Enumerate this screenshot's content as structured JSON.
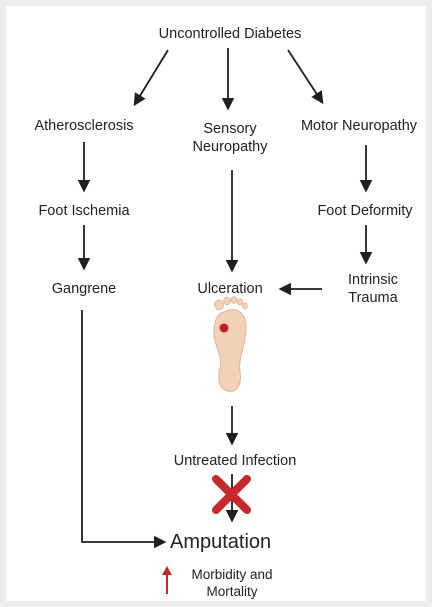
{
  "nodes": {
    "root": "Uncontrolled Diabetes",
    "atherosclerosis": "Atherosclerosis",
    "sensory_line1": "Sensory",
    "sensory_line2": "Neuropathy",
    "motor": "Motor Neuropathy",
    "foot_ischemia": "Foot Ischemia",
    "foot_deformity": "Foot Deformity",
    "gangrene": "Gangrene",
    "ulceration": "Ulceration",
    "intrinsic_line1": "Intrinsic",
    "intrinsic_line2": "Trauma",
    "infection": "Untreated Infection",
    "amputation": "Amputation",
    "outcome_line1": "Morbidity and",
    "outcome_line2": "Mortality"
  },
  "icons": {
    "foot": "foot-sole-with-ulcer-icon",
    "cross": "red-x-icon",
    "increase": "red-up-arrow-icon"
  },
  "colors": {
    "arrow": "#1f1f1f",
    "skin": "#f2d2b6",
    "ulcer": "#c21f24",
    "cross": "#c8282c",
    "background": "#ececee",
    "panel": "#ffffff"
  }
}
